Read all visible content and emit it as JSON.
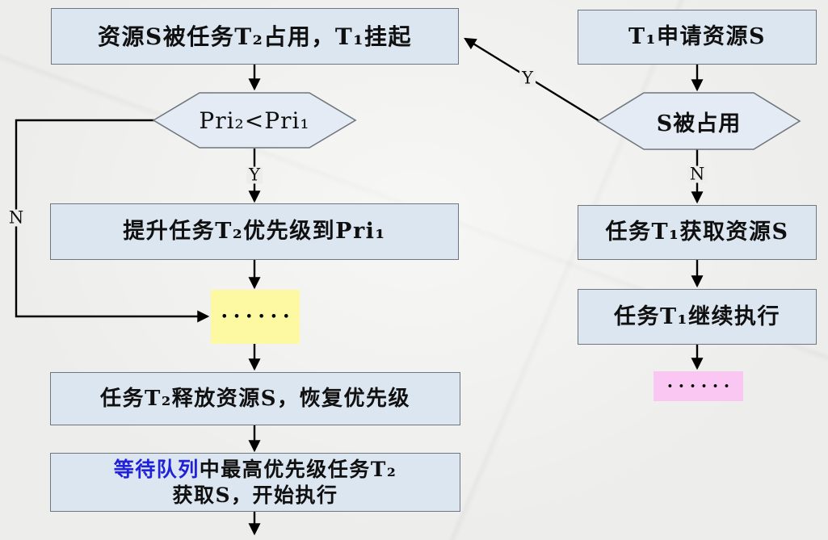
{
  "diagram": {
    "title": "priority-inheritance-flowchart",
    "left": {
      "box1": "资源S被任务T₂占用，T₁挂起",
      "decision": "Pri₂<Pri₁",
      "decision_yes_label": "Y",
      "decision_no_label": "N",
      "box2": "提升任务T₂优先级到Pri₁",
      "ellipsis": "••••••",
      "box3": "任务T₂释放资源S，恢复优先级",
      "box4_line1_highlight": "等待队列",
      "box4_line1_rest": "中最高优先级任务T₂",
      "box4_line2": "获取S，开始执行"
    },
    "right": {
      "box1": "T₁申请资源S",
      "decision": "S被占用",
      "decision_yes_label": "Y",
      "decision_no_label": "N",
      "box2": "任务T₁获取资源S",
      "box3": "任务T₁继续执行",
      "ellipsis": "••••••"
    },
    "colors": {
      "background": "#edeeeb",
      "node_fill": "#dce6f1",
      "hex_fill": "#e5ebf5",
      "node_border": "#70767d",
      "line": "#000000",
      "ellipsis_yellow": "#fcf9a2",
      "ellipsis_pink": "#f9c7f1",
      "highlight_blue": "#2121d8"
    }
  }
}
